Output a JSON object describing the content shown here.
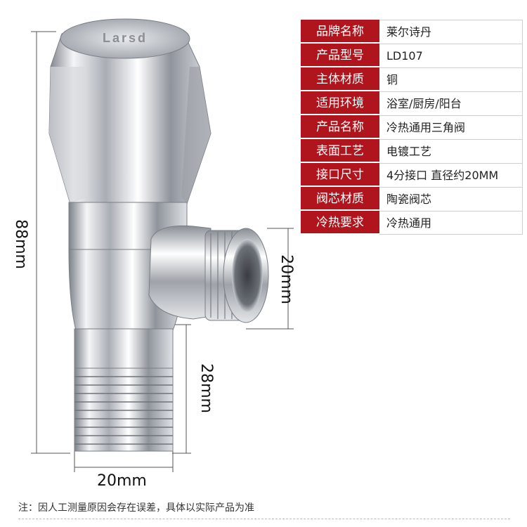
{
  "brand_engraving": "Larsd",
  "specs": [
    {
      "label": "品牌名称",
      "value": "莱尔诗丹"
    },
    {
      "label": "产品型号",
      "value": "LD107"
    },
    {
      "label": "主体材质",
      "value": "铜"
    },
    {
      "label": "适用环境",
      "value": "浴室/厨房/阳台"
    },
    {
      "label": "产品名称",
      "value": "冷热通用三角阀"
    },
    {
      "label": "表面工艺",
      "value": "电镀工艺"
    },
    {
      "label": "接口尺寸",
      "value": "4分接口 直径约20MM"
    },
    {
      "label": "阀芯材质",
      "value": "陶瓷阀芯"
    },
    {
      "label": "冷热要求",
      "value": "冷热通用"
    }
  ],
  "dimensions": {
    "height": "88mm",
    "outlet_diameter": "20mm",
    "thread_length": "28mm",
    "base_width": "20mm"
  },
  "note": "注：因人工测量原因会存在误差，具体以实际产品为准",
  "colors": {
    "label_bg": "#b0151d",
    "chrome": "#c9ccd2"
  }
}
